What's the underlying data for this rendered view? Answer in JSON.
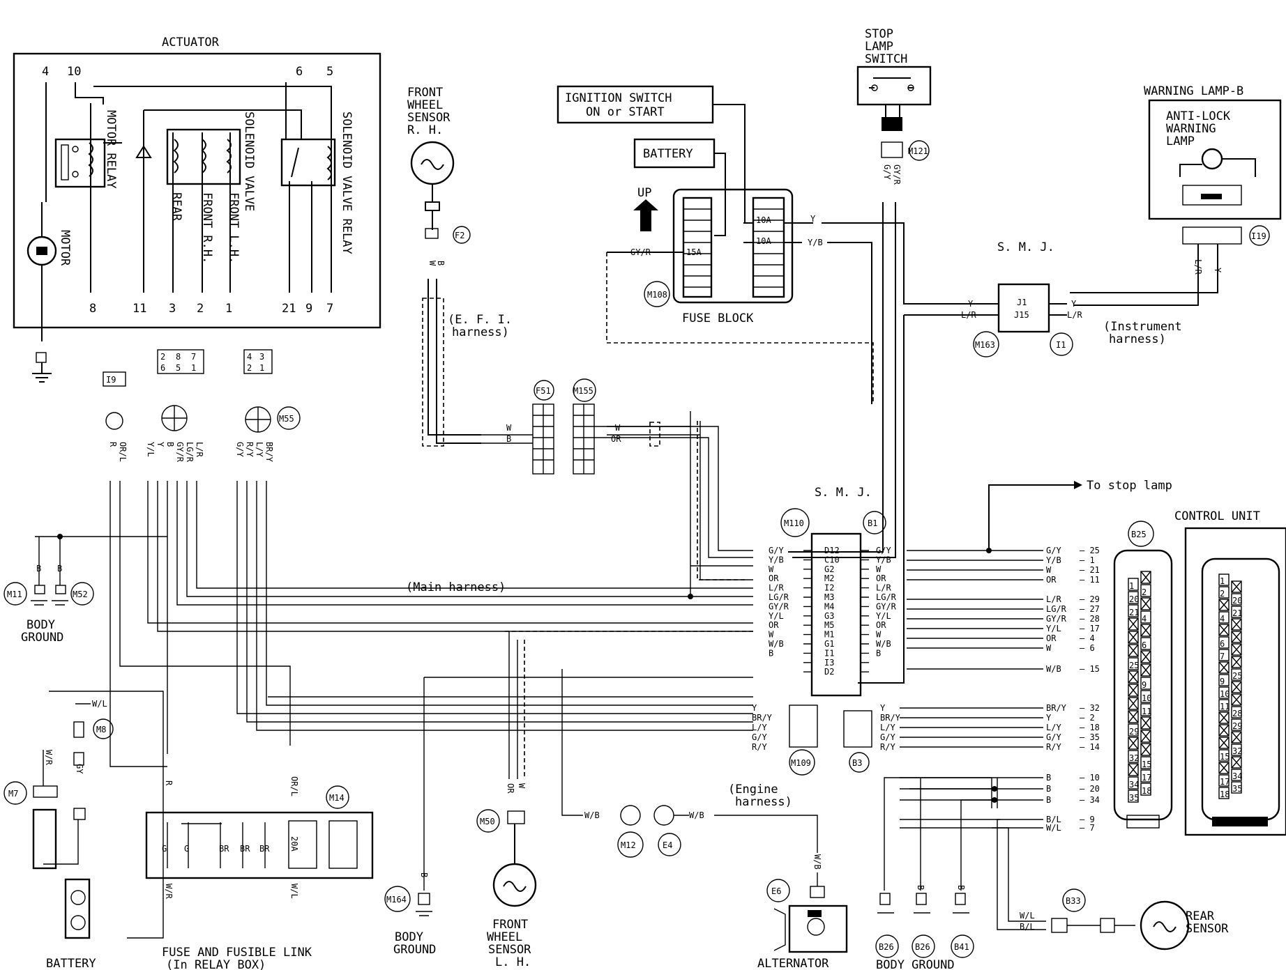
{
  "actuator": {
    "title": "ACTUATOR",
    "pin_top": [
      "4",
      "10",
      "6",
      "5"
    ],
    "pin_bottom": [
      "8",
      "11",
      "3",
      "2",
      "1",
      "21",
      "9",
      "7"
    ],
    "motor_relay": "MOTOR RELAY",
    "motor": "MOTOR",
    "solenoid_valve": "SOLENOID VALVE",
    "rear": "REAR",
    "front_rh": "FRONT R.H.",
    "front_lh": "FRONT L.H.",
    "solenoid_valve_relay": "SOLENOID VALVE RELAY"
  },
  "front_sensor_rh": {
    "l1": "FRONT",
    "l2": "WHEEL",
    "l3": "SENSOR",
    "l4": "R. H."
  },
  "ignition": {
    "l1": "IGNITION SWITCH",
    "l2": "ON or START"
  },
  "battery_label": "BATTERY",
  "up_label": "UP",
  "fuse_block": {
    "title": "FUSE BLOCK",
    "fuse_15a": "15A",
    "fuse_10a_1": "10A",
    "fuse_10a_2": "10A",
    "wire_gyr": "GY/R",
    "wire_y": "Y",
    "wire_yb": "Y/B"
  },
  "stop_lamp_switch": {
    "l1": "STOP",
    "l2": "LAMP",
    "l3": "SWITCH"
  },
  "warning_lamp": {
    "title": "WARNING LAMP-B",
    "l1": "ANTI-LOCK",
    "l2": "WARNING",
    "l3": "LAMP"
  },
  "smj_top": {
    "title": "S. M. J.",
    "pin_j1": "J1",
    "pin_j15": "J15",
    "wire_y": "Y",
    "wire_lr": "L/R"
  },
  "instrument_harness": {
    "l1": "(Instrument",
    "l2": "harness)"
  },
  "efi_harness": {
    "l1": "(E. F. I.",
    "l2": "harness)"
  },
  "main_harness": "(Main harness)",
  "engine_harness": {
    "l1": "(Engine",
    "l2": "harness)"
  },
  "to_stop_lamp": "To stop lamp",
  "control_unit": "CONTROL UNIT",
  "smj_main": {
    "title": "S. M. J."
  },
  "connectors": {
    "m121": "M121",
    "f2": "F2",
    "m108": "M108",
    "m163": "M163",
    "i1": "I1",
    "i9": "I9",
    "i19": "I19",
    "m55": "M55",
    "f51": "F51",
    "m155": "M155",
    "m110": "M110",
    "b1": "B1",
    "b25": "B25",
    "m11": "M11",
    "m52": "M52",
    "m8": "M8",
    "m7": "M7",
    "m14": "M14",
    "m109": "M109",
    "b3": "B3",
    "m50": "M50",
    "m12": "M12",
    "e4": "E4",
    "e6": "E6",
    "m164": "M164",
    "b26a": "B26",
    "b26b": "B26",
    "b41": "B41",
    "b33": "B33"
  },
  "connector_pins": {
    "i9_pins": "2 8 7 / 6 5 1",
    "m55_pins": "4 3 / 2 1",
    "i9": [
      "2",
      "8",
      "7",
      "6",
      "5",
      "1"
    ],
    "m55": [
      "4",
      "3",
      "2",
      "1"
    ]
  },
  "smj_left_wires": [
    "G/Y",
    "Y/B",
    "W",
    "OR",
    "L/R",
    "LG/R",
    "GY/R",
    "Y/L",
    "OR",
    "W",
    "W/B",
    "B"
  ],
  "smj_pins": [
    "D12",
    "C10",
    "G2",
    "M2",
    "I2",
    "M3",
    "M4",
    "G3",
    "M5",
    "M1",
    "G1",
    "I1",
    "I3",
    "D2"
  ],
  "smj_right_wires": [
    "G/Y",
    "Y/B",
    "W",
    "OR",
    "L/R",
    "LG/R",
    "GY/R",
    "Y/L",
    "OR",
    "W",
    "W/B",
    "B"
  ],
  "cu_wires": [
    {
      "wire": "G/Y",
      "pin": "25"
    },
    {
      "wire": "Y/B",
      "pin": "1"
    },
    {
      "wire": "W",
      "pin": "21"
    },
    {
      "wire": "OR",
      "pin": "11"
    },
    {
      "wire": "L/R",
      "pin": "29"
    },
    {
      "wire": "LG/R",
      "pin": "27"
    },
    {
      "wire": "GY/R",
      "pin": "28"
    },
    {
      "wire": "Y/L",
      "pin": "17"
    },
    {
      "wire": "OR",
      "pin": "4"
    },
    {
      "wire": "W",
      "pin": "6"
    },
    {
      "wire": "W/B",
      "pin": "15"
    },
    {
      "wire": "BR/Y",
      "pin": "32"
    },
    {
      "wire": "Y",
      "pin": "2"
    },
    {
      "wire": "L/Y",
      "pin": "18"
    },
    {
      "wire": "G/Y",
      "pin": "35"
    },
    {
      "wire": "R/Y",
      "pin": "14"
    },
    {
      "wire": "B",
      "pin": "10"
    },
    {
      "wire": "B",
      "pin": "20"
    },
    {
      "wire": "B",
      "pin": "34"
    },
    {
      "wire": "B/L",
      "pin": "9"
    },
    {
      "wire": "W/L",
      "pin": "7"
    }
  ],
  "m109_wires": [
    "Y",
    "BR/Y",
    "L/Y",
    "G/Y",
    "R/Y"
  ],
  "b3_wires": [
    "Y",
    "BR/Y",
    "L/Y",
    "G/Y",
    "R/Y"
  ],
  "cu_pins_left": [
    "1",
    "20",
    "21",
    "",
    "",
    "",
    "25",
    "",
    "",
    "",
    "",
    "29",
    "",
    "32",
    "",
    "34",
    "35"
  ],
  "cu_pins_left_b": [
    "",
    "2",
    "",
    "4",
    "",
    "6",
    "",
    "",
    "9",
    "10",
    "11",
    "",
    "",
    "",
    "15",
    "17",
    "18"
  ],
  "cu_pins_right": [
    "1",
    "2",
    "",
    "4",
    "",
    "6",
    "7",
    "",
    "9",
    "10",
    "11",
    "",
    "",
    "",
    "15",
    "",
    "17",
    "18"
  ],
  "cu_pins_right_b": [
    "",
    "20",
    "21",
    "",
    "",
    "",
    "",
    "25",
    "",
    "",
    "28",
    "29",
    "",
    "32",
    "",
    "34",
    "35"
  ],
  "body_ground": {
    "l1": "BODY",
    "l2": "GROUND"
  },
  "battery_bottom": "BATTERY",
  "fuse_fusible": {
    "l1": "FUSE AND FUSIBLE LINK",
    "l2": "(In RELAY BOX)",
    "fuse_20a": "20A"
  },
  "front_sensor_lh": {
    "l1": "FRONT",
    "l2": "WHEEL",
    "l3": "SENSOR",
    "l4": "L. H."
  },
  "alternator": "ALTERNATOR",
  "body_ground_bottom": "BODY GROUND",
  "rear_sensor": {
    "l1": "REAR",
    "l2": "SENSOR"
  },
  "wire_labels": {
    "or_l": "OR/L",
    "r": "R",
    "y_l": "Y/L",
    "b": "B",
    "y": "Y",
    "gy_r": "GY/R",
    "lg_r": "LG/R",
    "l_r": "L/R",
    "g_y": "G/Y",
    "r_y": "R/Y",
    "l_y": "L/Y",
    "br_y": "BR/Y",
    "w": "W",
    "or": "OR",
    "w_b": "W/B",
    "w_l": "W/L",
    "w_r": "W/R",
    "gy": "GY",
    "g": "G",
    "br": "BR",
    "b_l": "B/L"
  }
}
